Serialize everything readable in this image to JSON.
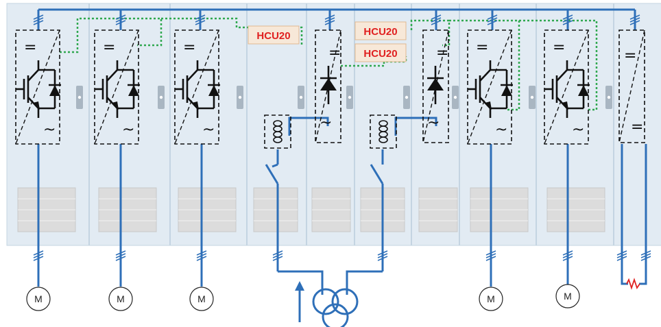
{
  "colors": {
    "cabinet_fill": "#e2ebf3",
    "cabinet_edge": "#c4d4e2",
    "bus_line": "#2e6fb8",
    "signal_line": "#2fa84f",
    "label_text": "#e02020",
    "label_fill": "#f7e8d8",
    "label_edge": "#e0b890",
    "vent_fill": "#dcdcdc",
    "device_stroke": "#111111"
  },
  "hcu_labels": [
    "HCU20",
    "HCU20",
    "HCU20"
  ],
  "motor_label": "M",
  "symbols": {
    "dc": "=",
    "ac": "~"
  },
  "cabinets": [
    {
      "name": "inverter-cabinet-1",
      "device": "igbt-inverter"
    },
    {
      "name": "inverter-cabinet-2",
      "device": "igbt-inverter"
    },
    {
      "name": "inverter-cabinet-3",
      "device": "igbt-inverter"
    },
    {
      "name": "infeed-contactor-cabinet-1",
      "device": "contactor-coil"
    },
    {
      "name": "rectifier-cabinet-1",
      "device": "diode-rectifier"
    },
    {
      "name": "infeed-contactor-cabinet-2",
      "device": "contactor-coil"
    },
    {
      "name": "rectifier-cabinet-2",
      "device": "diode-rectifier"
    },
    {
      "name": "inverter-cabinet-4",
      "device": "igbt-inverter"
    },
    {
      "name": "inverter-cabinet-5",
      "device": "igbt-inverter"
    },
    {
      "name": "brake-chopper-cabinet",
      "device": "dc-dc-chopper"
    }
  ]
}
